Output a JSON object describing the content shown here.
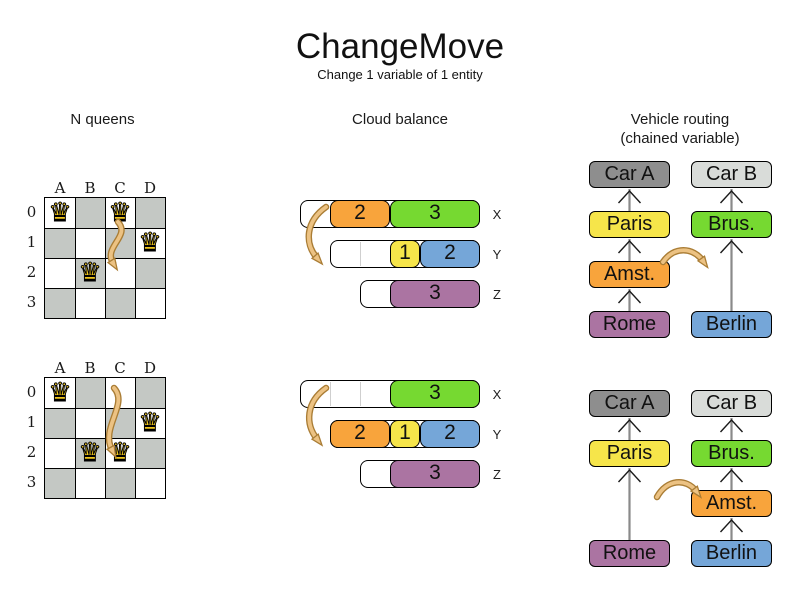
{
  "title": "ChangeMove",
  "subtitle": "Change 1 variable of 1 entity",
  "palette": {
    "orange": "#f8a43c",
    "green": "#76d931",
    "yellow": "#f6e54a",
    "blue": "#75a6d8",
    "purple": "#ab74a2",
    "car_a_gray": "#8e8e8e",
    "car_b_gray": "#d9dcd9",
    "board_gray": "#c4c8c4",
    "queen_gold": "#f2c71d",
    "arrow_fill": "#ecc283",
    "arrow_outline": "#aa7d35",
    "chain_line": "#8a8a8a"
  },
  "sections": {
    "nqueens": {
      "heading": "N queens",
      "column_labels": [
        "A",
        "B",
        "C",
        "D"
      ],
      "row_labels": [
        "0",
        "1",
        "2",
        "3"
      ],
      "boards": [
        {
          "name": "before",
          "queens": [
            {
              "col": 0,
              "row": 0
            },
            {
              "col": 2,
              "row": 0
            },
            {
              "col": 3,
              "row": 1
            },
            {
              "col": 1,
              "row": 2
            }
          ]
        },
        {
          "name": "after",
          "queens": [
            {
              "col": 0,
              "row": 0
            },
            {
              "col": 3,
              "row": 1
            },
            {
              "col": 1,
              "row": 2
            },
            {
              "col": 2,
              "row": 2
            }
          ]
        }
      ]
    },
    "cloud": {
      "heading": "Cloud balance",
      "states": [
        {
          "name": "before",
          "rows": [
            {
              "label": "X",
              "capacity": 6,
              "blocks": [
                {
                  "value": "2",
                  "color": "orange"
                },
                {
                  "value": "3",
                  "color": "green"
                }
              ]
            },
            {
              "label": "Y",
              "capacity": 5,
              "blocks": [
                {
                  "value": "1",
                  "color": "yellow"
                },
                {
                  "value": "2",
                  "color": "blue"
                }
              ]
            },
            {
              "label": "Z",
              "capacity": 4,
              "blocks": [
                {
                  "value": "3",
                  "color": "purple"
                }
              ]
            }
          ]
        },
        {
          "name": "after",
          "rows": [
            {
              "label": "X",
              "capacity": 6,
              "blocks": [
                {
                  "value": "3",
                  "color": "green"
                }
              ]
            },
            {
              "label": "Y",
              "capacity": 5,
              "blocks": [
                {
                  "value": "2",
                  "color": "orange"
                },
                {
                  "value": "1",
                  "color": "yellow"
                },
                {
                  "value": "2",
                  "color": "blue"
                }
              ]
            },
            {
              "label": "Z",
              "capacity": 4,
              "blocks": [
                {
                  "value": "3",
                  "color": "purple"
                }
              ]
            }
          ]
        }
      ]
    },
    "vehicle_routing": {
      "heading": "Vehicle routing",
      "subheading": "(chained variable)",
      "states": [
        {
          "name": "before",
          "chains": [
            {
              "boxes": [
                {
                  "label": "Car A",
                  "color": "car_a_gray",
                  "slot": 0
                },
                {
                  "label": "Paris",
                  "color": "yellow",
                  "slot": 1
                },
                {
                  "label": "Amst.",
                  "color": "orange",
                  "slot": 2
                },
                {
                  "label": "Rome",
                  "color": "purple",
                  "slot": 3
                }
              ]
            },
            {
              "boxes": [
                {
                  "label": "Car B",
                  "color": "car_b_gray",
                  "slot": 0
                },
                {
                  "label": "Brus.",
                  "color": "green",
                  "slot": 1
                },
                {
                  "label": "Berlin",
                  "color": "blue",
                  "slot": 3
                }
              ]
            }
          ]
        },
        {
          "name": "after",
          "chains": [
            {
              "boxes": [
                {
                  "label": "Car A",
                  "color": "car_a_gray",
                  "slot": 0
                },
                {
                  "label": "Paris",
                  "color": "yellow",
                  "slot": 1
                },
                {
                  "label": "Rome",
                  "color": "purple",
                  "slot": 3
                }
              ]
            },
            {
              "boxes": [
                {
                  "label": "Car B",
                  "color": "car_b_gray",
                  "slot": 0
                },
                {
                  "label": "Brus.",
                  "color": "green",
                  "slot": 1
                },
                {
                  "label": "Amst.",
                  "color": "orange",
                  "slot": 2
                },
                {
                  "label": "Berlin",
                  "color": "blue",
                  "slot": 3
                }
              ]
            }
          ]
        }
      ]
    }
  }
}
